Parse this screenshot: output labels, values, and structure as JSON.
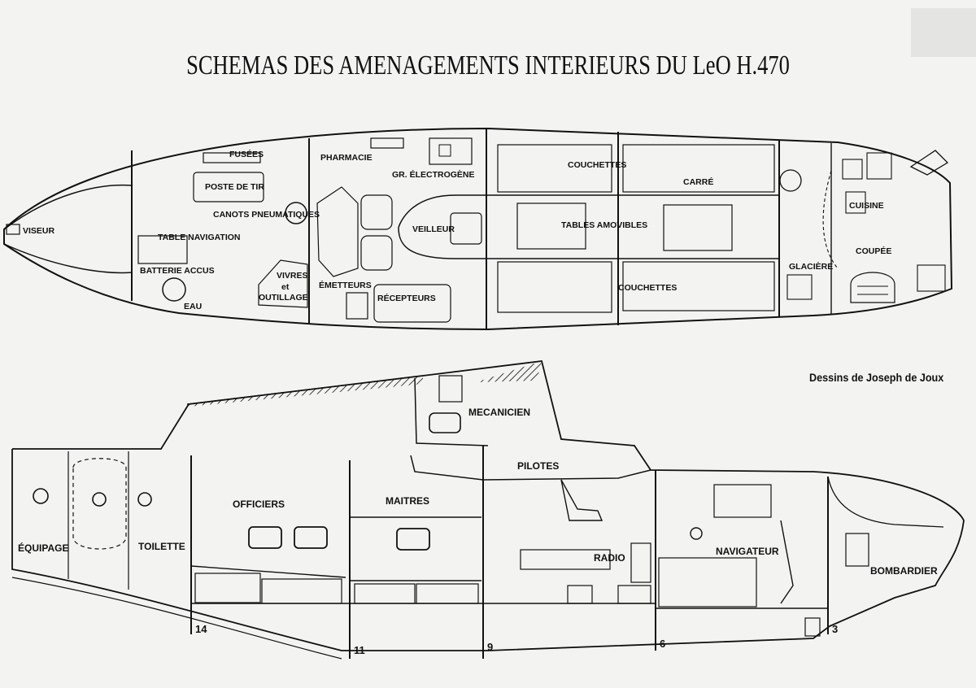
{
  "title": "SCHEMAS DES AMENAGEMENTS INTERIEURS DU LeO H.470",
  "credit": "Dessins de Joseph de Joux",
  "plan_view": {
    "labels": {
      "viseur": "VISEUR",
      "fusees": "FUSÉES",
      "poste_de_tir": "POSTE DE TIR",
      "canots": "CANOTS PNEUMATIQUES",
      "table_navigation": "TABLE NAVIGATION",
      "batterie": "BATTERIE ACCUS",
      "eau": "EAU",
      "vivres": "VIVRES",
      "et": "et",
      "outillage": "OUTILLAGE",
      "pharmacie": "PHARMACIE",
      "gr_electrogene": "GR. ÉLECTROGÈNE",
      "emetteurs": "ÉMETTEURS",
      "recepteurs": "RÉCEPTEURS",
      "veilleur": "VEILLEUR",
      "couchettes_top": "COUCHETTES",
      "tables_amovibles": "TABLES AMOVIBLES",
      "couchettes_bottom": "COUCHETTES",
      "carre": "CARRÉ",
      "glaciere": "GLACIÈRE",
      "cuisine": "CUISINE",
      "coupee": "COUPÉE"
    }
  },
  "section_view": {
    "labels": {
      "equipage": "ÉQUIPAGE",
      "toilette": "TOILETTE",
      "officiers": "OFFICIERS",
      "maitres": "MAITRES",
      "mecanicien": "MECANICIEN",
      "pilotes": "PILOTES",
      "radio": "RADIO",
      "navigateur": "NAVIGATEUR",
      "bombardier": "BOMBARDIER"
    },
    "frames": [
      "14",
      "11",
      "9",
      "6",
      "3"
    ]
  }
}
